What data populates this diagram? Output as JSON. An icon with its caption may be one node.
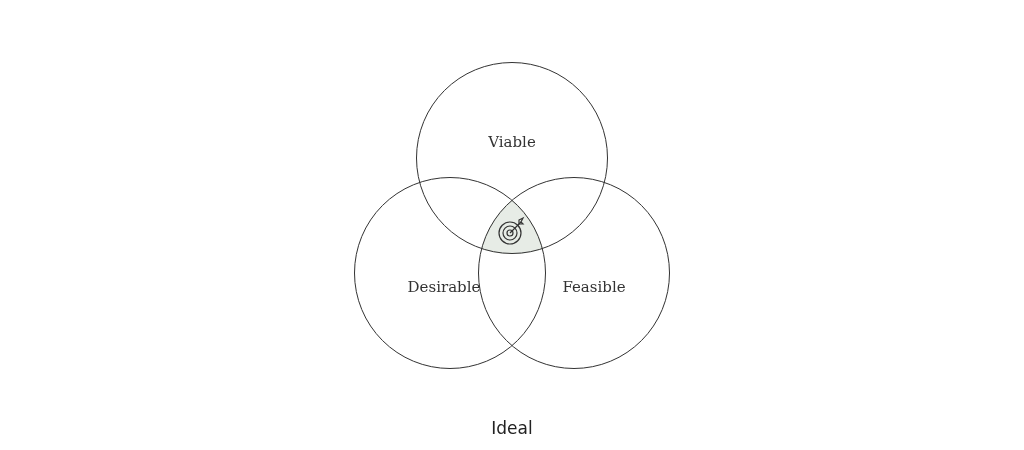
{
  "diagram": {
    "caption": "Ideal",
    "nodes": [
      {
        "text": [
          "Viable"
        ]
      },
      {
        "text": [
          "Desirable"
        ]
      },
      {
        "text": [
          "Feasible"
        ]
      }
    ]
  }
}
